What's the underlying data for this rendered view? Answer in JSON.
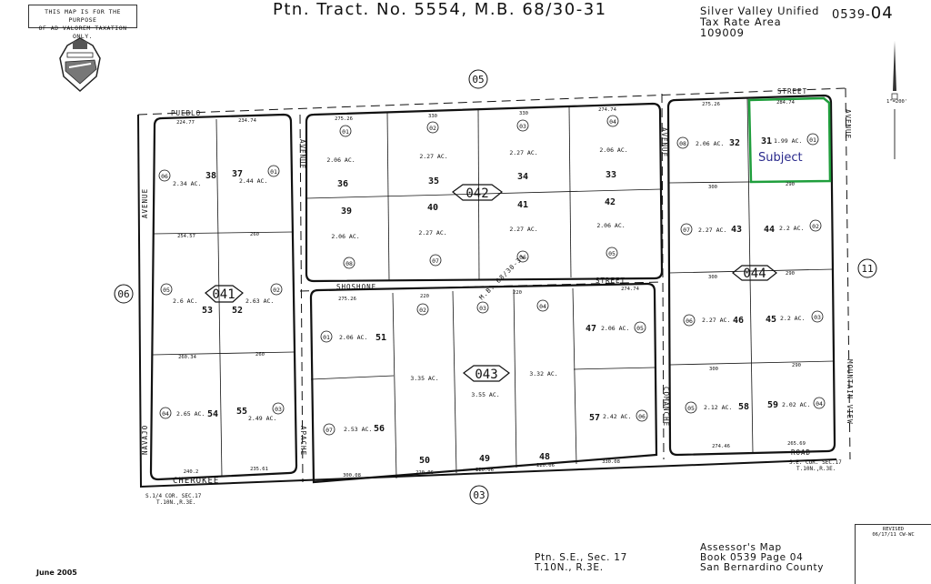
{
  "header": {
    "disclaimer_line1": "THIS MAP IS FOR THE PURPOSE",
    "disclaimer_line2": "OF AD VALOREM TAXATION ONLY.",
    "title": "Ptn. Tract. No. 5554, M.B. 68/30-31",
    "tax_rate_area_line1": "Silver Valley Unified",
    "tax_rate_area_line2": "Tax Rate Area",
    "tax_rate_area_code": "109009",
    "map_number_prefix": "0539-",
    "map_number_page": "04",
    "scale": "1\"=200'"
  },
  "footer": {
    "date": "June 2005",
    "section_line1": "Ptn. S.E., Sec. 17",
    "section_line2": "T.10N., R.3E.",
    "assessor_line1": "Assessor's Map",
    "assessor_line2": "Book 0539 Page 04",
    "assessor_line3": "San Bernardino County",
    "revised_label": "REVISED",
    "revised_value": "06/17/11 CW-WC"
  },
  "streets": {
    "north_left": "PUEBLO",
    "north_right": "STREET",
    "middle": "SHOSHONE",
    "middle_right": "STREET",
    "south_left": "CHEROKEE",
    "south_right": "ROAD",
    "west": "NAVAJO",
    "west_upper": "AVENUE",
    "col2": "AVENUE",
    "col2_lower": "APACHE",
    "col4": "AVENUE",
    "col4_lower": "COMANCHE",
    "east": "AVENUE",
    "east_lower": "MOUNTAIN VIEW"
  },
  "adjacent_pages": {
    "north": "05",
    "west": "06",
    "east": "11",
    "south": "03"
  },
  "corner_notes": {
    "sw": "S.1/4 COR. SEC.17",
    "sw2": "T.10N.,R.3E.",
    "se": "S.E. COR. SEC.17",
    "se2": "T.10N.,R.3E."
  },
  "blocks": [
    {
      "id": "041"
    },
    {
      "id": "042"
    },
    {
      "id": "043"
    },
    {
      "id": "044"
    }
  ],
  "mb_reference": "M.B. 68/30-31",
  "subject": {
    "label": "Subject",
    "highlight_color": "#1f9e3c",
    "label_color": "#2a2a8c"
  },
  "parcels": {
    "p38": {
      "lot": "38",
      "num": "06",
      "acres": "2.34 AC."
    },
    "p37": {
      "lot": "37",
      "num": "01",
      "acres": "2.44 AC."
    },
    "p53": {
      "lot": "53",
      "num": "05",
      "acres": "2.6 AC."
    },
    "p52": {
      "lot": "52",
      "num": "02",
      "acres": "2.63 AC."
    },
    "p54": {
      "lot": "54",
      "num": "04",
      "acres": "2.65 AC."
    },
    "p55": {
      "lot": "55",
      "num": "03",
      "acres": "2.49 AC."
    },
    "p36": {
      "lot": "36",
      "num": "01",
      "acres": "2.06 AC."
    },
    "p35": {
      "lot": "35",
      "num": "02",
      "acres": "2.27 AC."
    },
    "p34": {
      "lot": "34",
      "num": "03",
      "acres": "2.27 AC."
    },
    "p33": {
      "lot": "33",
      "num": "04",
      "acres": "2.06 AC."
    },
    "p39": {
      "lot": "39",
      "num": "08",
      "acres": "2.06 AC."
    },
    "p40": {
      "lot": "40",
      "num": "07",
      "acres": "2.27 AC."
    },
    "p41": {
      "lot": "41",
      "num": "06",
      "acres": "2.27 AC."
    },
    "p42": {
      "lot": "42",
      "num": "05",
      "acres": "2.06 AC."
    },
    "p51": {
      "lot": "51",
      "num": "01",
      "acres": "2.06 AC."
    },
    "p56": {
      "lot": "56",
      "num": "07",
      "acres": "2.53 AC."
    },
    "p50": {
      "lot": "50",
      "num": "02",
      "acres": "3.35 AC."
    },
    "p49": {
      "lot": "49",
      "num": "03",
      "acres": "3.55 AC."
    },
    "p48": {
      "lot": "48",
      "num": "04",
      "acres": "3.32 AC."
    },
    "p47": {
      "lot": "47",
      "num": "05",
      "acres": "2.06 AC."
    },
    "p57": {
      "lot": "57",
      "num": "06",
      "acres": "2.42 AC."
    },
    "p32": {
      "lot": "32",
      "num": "08",
      "acres": "2.06 AC."
    },
    "p31": {
      "lot": "31",
      "num": "01",
      "acres": "1.99 AC."
    },
    "p43": {
      "lot": "43",
      "num": "07",
      "acres": "2.27 AC."
    },
    "p44": {
      "lot": "44",
      "num": "02",
      "acres": "2.2 AC."
    },
    "p46": {
      "lot": "46",
      "num": "06",
      "acres": "2.27 AC."
    },
    "p45": {
      "lot": "45",
      "num": "03",
      "acres": "2.2 AC."
    },
    "p58": {
      "lot": "58",
      "num": "05",
      "acres": "2.12 AC."
    },
    "p59": {
      "lot": "59",
      "num": "04",
      "acres": "2.02 AC."
    }
  },
  "dimensions": {
    "d1": "224.77",
    "d2": "234.74",
    "d3": "254.57",
    "d4": "260",
    "d5": "260.34",
    "d6": "260",
    "d7": "240.2",
    "d8": "235.61",
    "d9": "275.26",
    "d10": "330",
    "d11": "274.74",
    "d12": "300.08",
    "d13": "220.06",
    "d14": "330.08",
    "d15": "274.46",
    "d16": "265.69",
    "d17": "284.74",
    "d18": "300",
    "d19": "290",
    "d20": "220"
  }
}
